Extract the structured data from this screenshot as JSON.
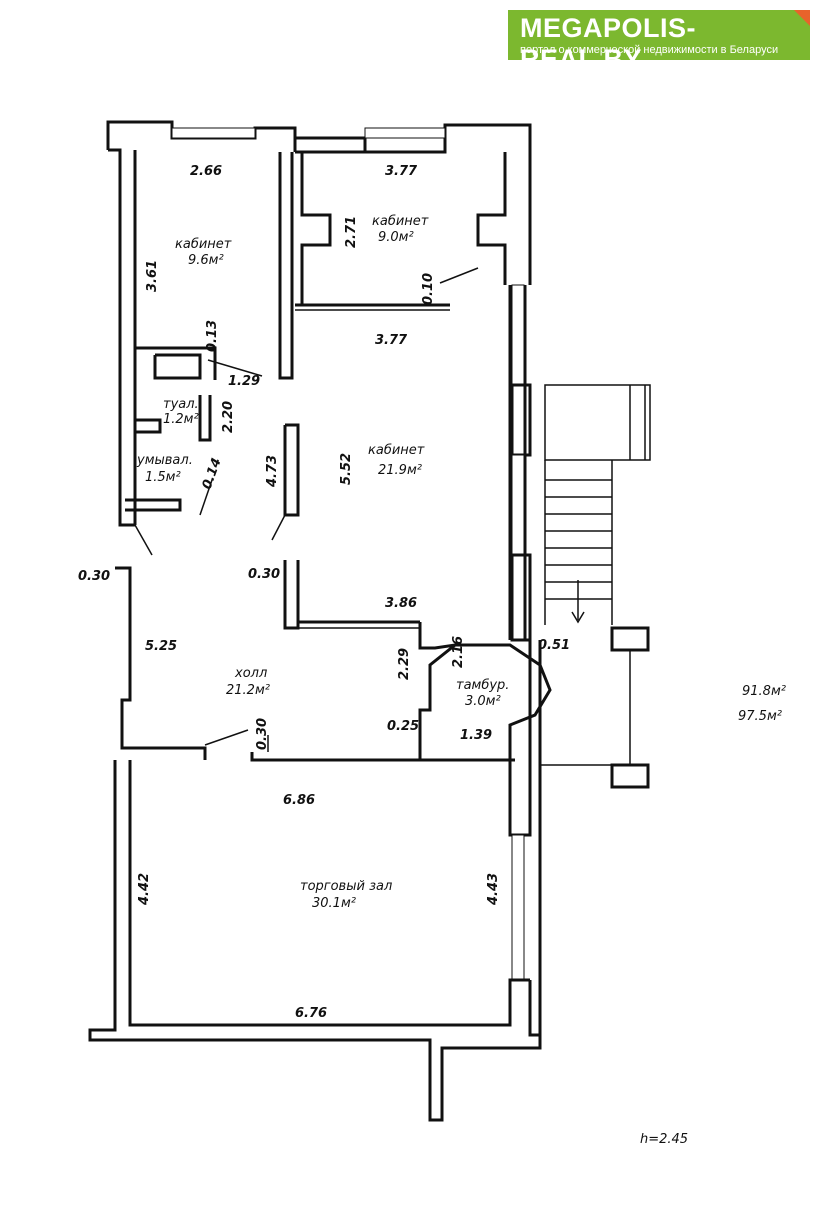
{
  "brand": {
    "title": "MEGAPOLIS-REAL.BY",
    "subtitle": "портал о коммерческой недвижимости в Беларуси"
  },
  "rooms": {
    "office1": {
      "name": "кабинет",
      "area": "9.6м²"
    },
    "office2": {
      "name": "кабинет",
      "area": "9.0м²"
    },
    "office3": {
      "name": "кабинет",
      "area": "21.9м²"
    },
    "toilet": {
      "name": "туал.",
      "area": "1.2м²"
    },
    "washroom": {
      "name": "умывал.",
      "area": "1.5м²"
    },
    "hall": {
      "name": "холл",
      "area": "21.2м²"
    },
    "vestibule": {
      "name": "тамбур.",
      "area": "3.0м²"
    },
    "sales_hall": {
      "name": "торговый зал",
      "area": "30.1м²"
    }
  },
  "dimensions": {
    "d266": "2.66",
    "d377a": "3.77",
    "d271": "2.71",
    "d361": "3.61",
    "d010": "0.10",
    "d013": "0.13",
    "d377b": "3.77",
    "d129": "1.29",
    "d220": "2.20",
    "d473": "4.73",
    "d552": "5.52",
    "d014": "0.14",
    "d030a": "0.30",
    "d030b": "0.30",
    "d386": "3.86",
    "d525": "5.25",
    "d229": "2.29",
    "d216": "2.16",
    "d051": "0.51",
    "d025": "0.25",
    "d139": "1.39",
    "d030c": "0.30",
    "d686": "6.86",
    "d442": "4.42",
    "d443": "4.43",
    "d676": "6.76"
  },
  "totals": {
    "total1": "91.8м²",
    "total2": "97.5м²"
  },
  "height_note": "h=2.45"
}
